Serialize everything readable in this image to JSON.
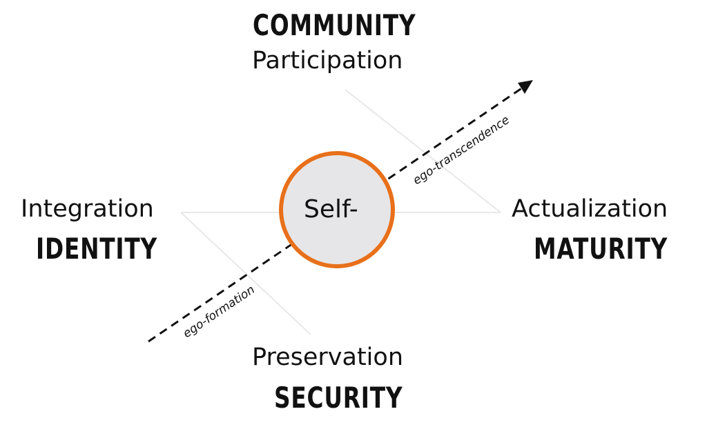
{
  "top": {
    "heading": "COMMUNITY",
    "sub": "Participation"
  },
  "left": {
    "sub": "Integration",
    "heading": "IDENTITY"
  },
  "right": {
    "sub": "Actualization",
    "heading": "MATURITY"
  },
  "bottom": {
    "sub": "Preservation",
    "heading": "SECURITY"
  },
  "center": {
    "label": "Self-"
  },
  "axis": {
    "lower_label": "ego-formation",
    "upper_label": "ego-transcendence"
  },
  "colors": {
    "circle_stroke": "#E8701A",
    "circle_fill": "#E6E6E8",
    "guide_lines": "#E8E8E8"
  }
}
